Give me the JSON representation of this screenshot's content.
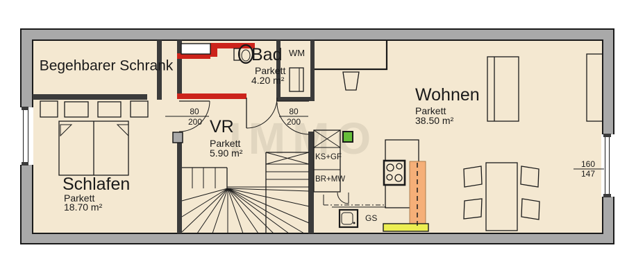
{
  "plan": {
    "rooms": {
      "schrank": {
        "name": "Begehbarer Schrank"
      },
      "schlafen": {
        "name": "Schlafen",
        "floor": "Parkett",
        "area": "18.70 m²"
      },
      "vr": {
        "name": "VR",
        "floor": "Parkett",
        "area": "5.90 m²"
      },
      "bad": {
        "name": "Bad",
        "floor": "Parkett",
        "area": "4.20 m²"
      },
      "wohnen": {
        "name": "Wohnen",
        "floor": "Parkett",
        "area": "38.50 m²"
      }
    },
    "appliances": {
      "wm": "WM",
      "ks_gf": "KS+GF",
      "br_mw": "BR+MW",
      "gs": "GS"
    },
    "doors": {
      "door_schlafen": {
        "width": "80",
        "height": "200"
      },
      "door_wohnen": {
        "width": "80",
        "height": "200"
      }
    },
    "window_dim": {
      "width": "160",
      "sill": "147"
    },
    "watermark": "IMMO",
    "colors": {
      "floor": "#F4E8D1",
      "wall": "#A9A9A9",
      "wet_wall": "#CC231B",
      "counter": "#F5AF78",
      "bench": "#ECEE52",
      "accent_green": "#66BE3A"
    }
  }
}
